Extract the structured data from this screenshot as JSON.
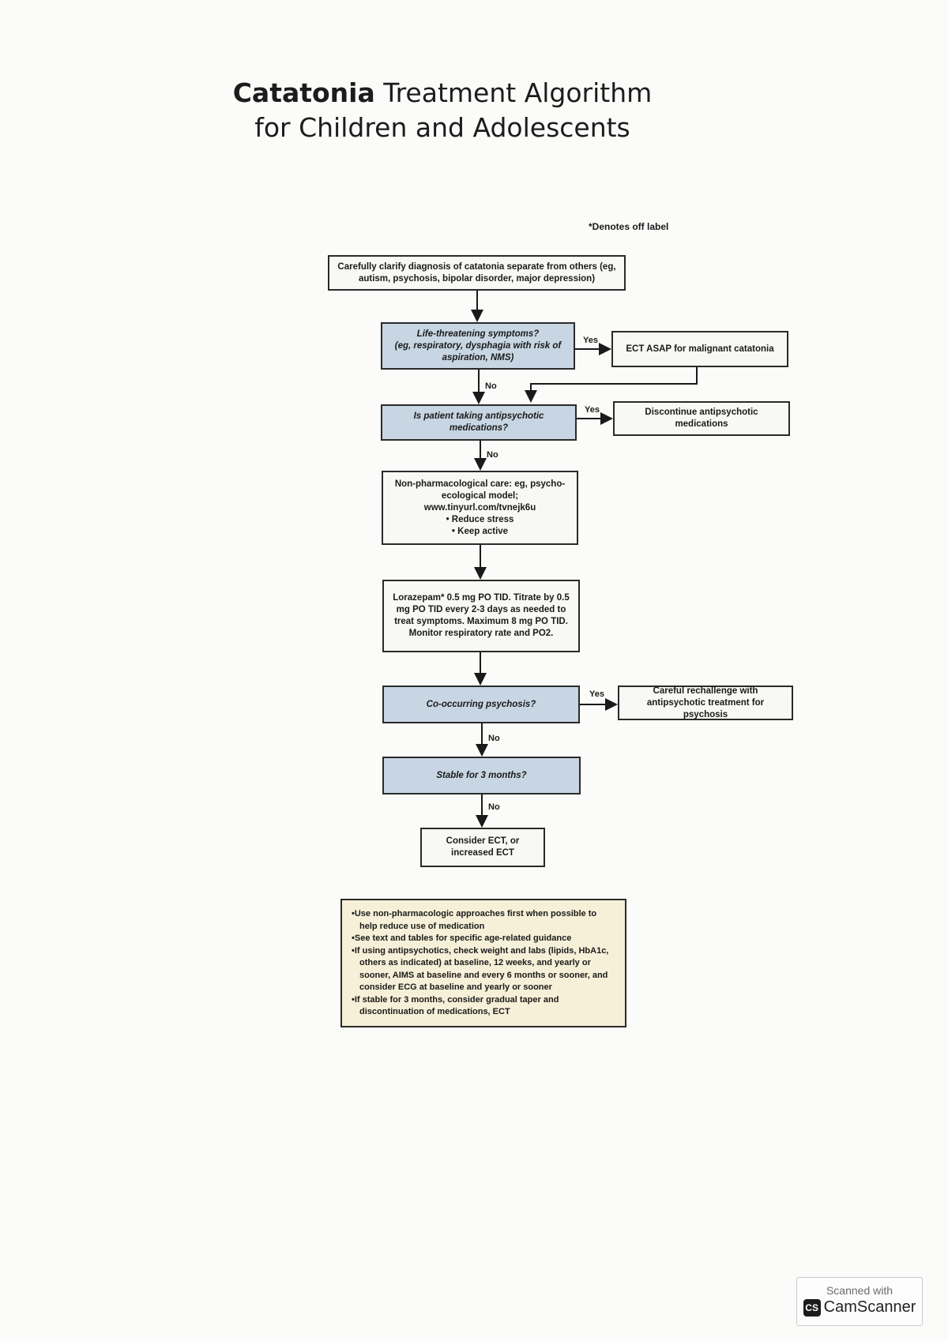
{
  "title": {
    "bold": "Catatonia",
    "rest1": "Treatment Algorithm",
    "line2": "for Children and Adolescents"
  },
  "note": "*Denotes off label",
  "nodes": {
    "clarify": "Carefully clarify diagnosis of catatonia separate from others (eg, autism, psychosis, bipolar disorder, major depression)",
    "life_q": "Life-threatening symptoms?",
    "life_sub": "(eg, respiratory, dysphagia with risk of aspiration, NMS)",
    "ect_asap": "ECT ASAP for malignant catatonia",
    "antipsych_q": "Is patient taking antipsychotic medications?",
    "discontinue": "Discontinue antipsychotic medications",
    "nonpharm": "Non-pharmacological care: eg, psycho-ecological model; www.tinyurl.com/tvnejk6u",
    "nonpharm_items": [
      "Reduce stress",
      "Keep active"
    ],
    "lorazepam": "Lorazepam* 0.5 mg PO TID. Titrate by 0.5 mg PO TID every 2-3 days as needed to treat symptoms. Maximum 8 mg PO TID. Monitor respiratory rate and PO2.",
    "psychosis_q": "Co-occurring psychosis?",
    "rechallenge": "Careful rechallenge with antipsychotic treatment for psychosis",
    "stable_q": "Stable for 3 months?",
    "consider_ect": "Consider ECT, or increased ECT"
  },
  "labels": {
    "yes": "Yes",
    "no": "No"
  },
  "tips": [
    "Use non-pharmacologic approaches first when possible to help reduce use of medication",
    "See text and tables for specific age-related guidance",
    "If using antipsychotics, check weight and labs (lipids, HbA1c, others as indicated) at baseline, 12 weeks, and yearly or sooner, AIMS at baseline and every 6 months or sooner, and consider ECG at baseline and yearly or sooner",
    "If stable for 3 months, consider gradual taper and discontinuation of medications, ECT"
  ],
  "badge": {
    "line1": "Scanned with",
    "icon": "CS",
    "line2": "CamScanner"
  }
}
